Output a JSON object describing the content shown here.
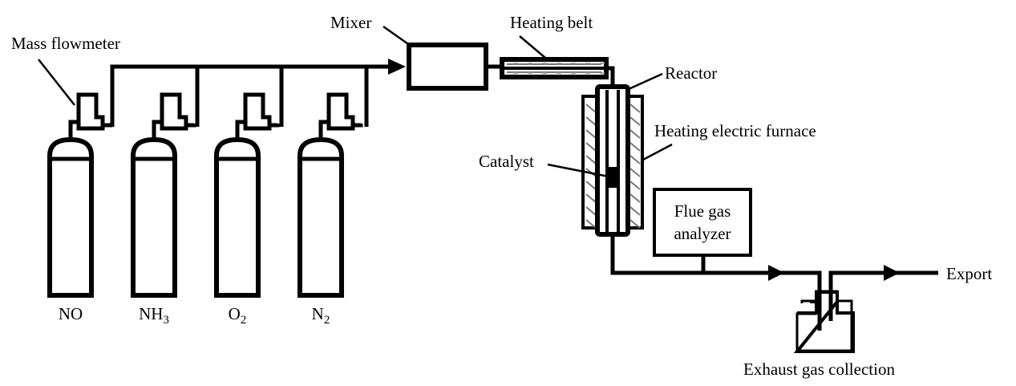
{
  "diagram": {
    "type": "process-flow",
    "subject": "SCR catalyst test apparatus",
    "gas_cylinders": [
      {
        "label": "NO",
        "main": "NO",
        "subscript": ""
      },
      {
        "label": "NH3",
        "main": "NH",
        "subscript": "3"
      },
      {
        "label": "O2",
        "main": "O",
        "subscript": "2"
      },
      {
        "label": "N2",
        "main": "N",
        "subscript": "2"
      }
    ],
    "labels": {
      "mass_flowmeter": "Mass flowmeter",
      "mixer": "Mixer",
      "heating_belt": "Heating belt",
      "reactor": "Reactor",
      "heating_furnace": "Heating electric furnace",
      "catalyst": "Catalyst",
      "analyzer_line1": "Flue gas",
      "analyzer_line2": "analyzer",
      "export": "Export",
      "exhaust_collection": "Exhaust gas collection"
    },
    "flow": [
      "gas cylinders",
      "mass flowmeters",
      "mixer",
      "heating belt",
      "reactor (in heating electric furnace, with catalyst)",
      "flue gas analyzer",
      "exhaust gas collection",
      "export"
    ]
  }
}
